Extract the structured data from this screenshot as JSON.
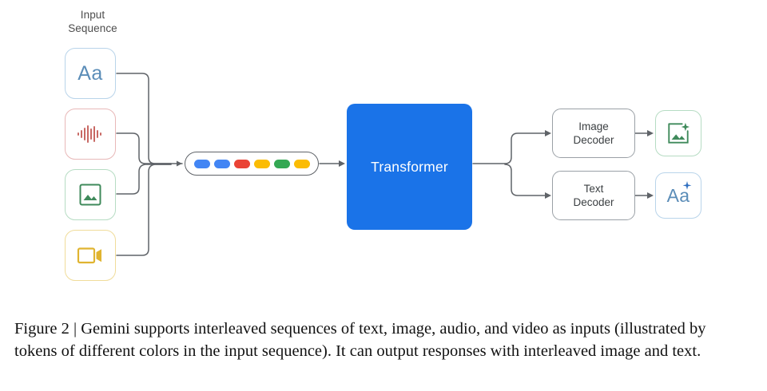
{
  "figure": {
    "input_label": "Input\nSequence",
    "input_label_line1": "Input",
    "input_label_line2": "Sequence",
    "transformer_label": "Transformer",
    "inputs": [
      {
        "name": "text",
        "icon": "text-aa-icon",
        "glyph": "Aa",
        "color": "#b9d4ea",
        "icon_color": "#5b8db8"
      },
      {
        "name": "audio",
        "icon": "audio-waveform-icon",
        "glyph": "",
        "color": "#e8b8b8",
        "icon_color": "#c5615c"
      },
      {
        "name": "image",
        "icon": "image-picture-icon",
        "glyph": "",
        "color": "#b6dcc3",
        "icon_color": "#3f8a5b"
      },
      {
        "name": "video",
        "icon": "video-camera-icon",
        "glyph": "",
        "color": "#f0dc9a",
        "icon_color": "#e0b430"
      }
    ],
    "tokens": [
      {
        "color": "#4285f4"
      },
      {
        "color": "#4285f4"
      },
      {
        "color": "#ea4335"
      },
      {
        "color": "#fbbc04"
      },
      {
        "color": "#34a853"
      },
      {
        "color": "#fbbc04"
      }
    ],
    "decoders": [
      {
        "name": "image-decoder",
        "line1": "Image",
        "line2": "Decoder"
      },
      {
        "name": "text-decoder",
        "line1": "Text",
        "line2": "Decoder"
      }
    ],
    "outputs": [
      {
        "name": "image-output",
        "icon": "image-sparkle-icon",
        "glyph": "",
        "color": "#b6dcc3",
        "icon_color": "#3f8a5b"
      },
      {
        "name": "text-output",
        "icon": "text-sparkle-icon",
        "glyph": "Aa",
        "color": "#b9d4ea",
        "icon_color": "#5b8db8"
      }
    ],
    "colors": {
      "transformer_fill": "#1a73e8",
      "transformer_text": "#ffffff",
      "connector_line": "#5f6368",
      "background": "#ffffff"
    }
  },
  "caption": {
    "text": "Figure 2 | Gemini supports interleaved sequences of text, image, audio, and video as inputs (illustrated by tokens of different colors in the input sequence). It can output responses with interleaved image and text."
  }
}
